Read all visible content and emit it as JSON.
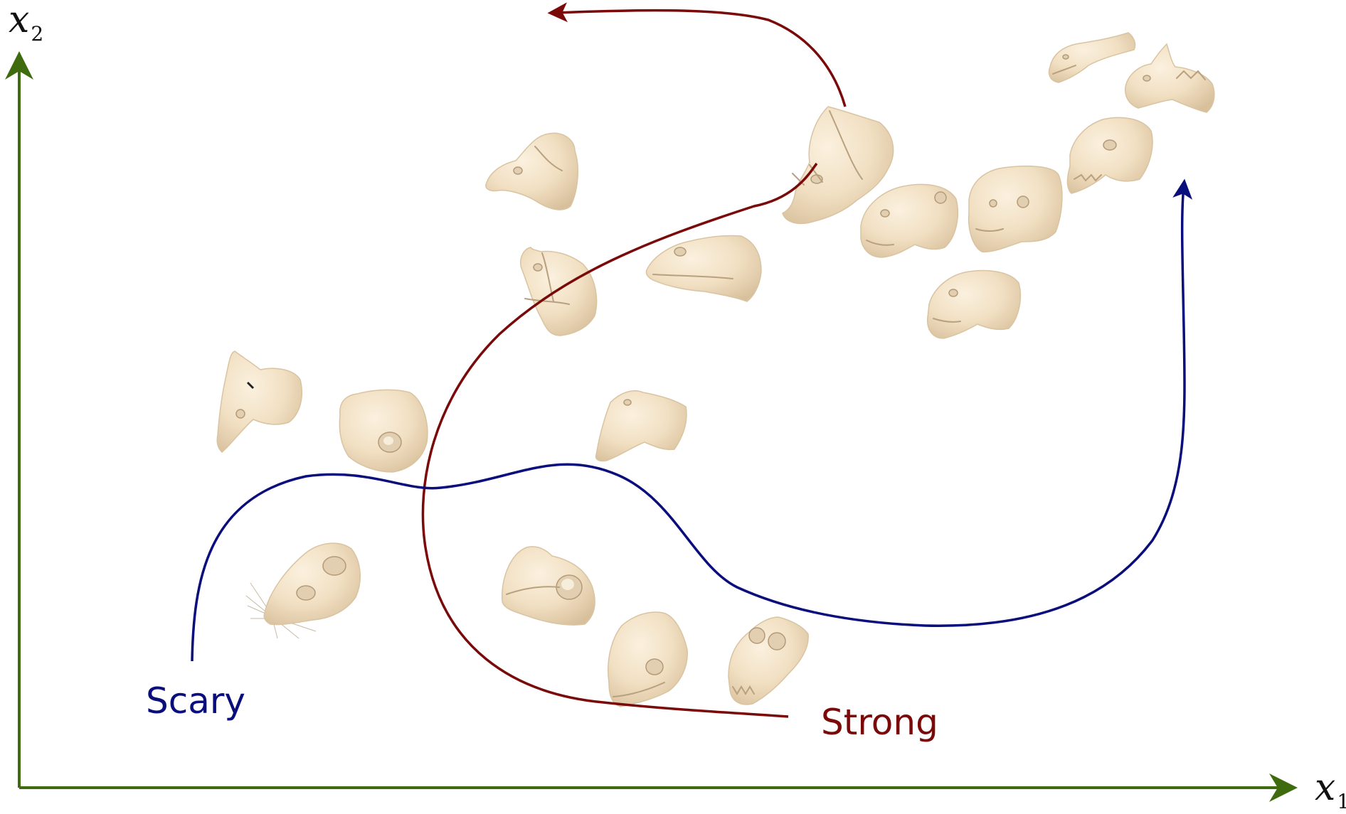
{
  "axes": {
    "x_label": "x",
    "x_subscript": "1",
    "y_label": "x",
    "y_subscript": "2",
    "color": "#3f6b0f"
  },
  "curves": [
    {
      "id": "scary",
      "label": "Scary",
      "color": "#0a0d7c"
    },
    {
      "id": "strong",
      "label": "Strong",
      "color": "#7a0a0a"
    }
  ],
  "shapes": {
    "color": "#f3e3c8",
    "items": [
      "mouse-head-icon",
      "rat-head-icon",
      "frog-head-icon",
      "frog-head-icon",
      "lizard-head-icon",
      "duck-head-icon",
      "deer-head-icon",
      "horse-head-icon",
      "horse-head-icon",
      "crocodile-head-icon",
      "triceratops-head-icon",
      "bear-head-icon",
      "bear-head-icon",
      "bear-head-icon",
      "dinosaur-head-icon",
      "dinosaur-head-icon",
      "dragon-head-icon",
      "frog-head-icon"
    ]
  }
}
